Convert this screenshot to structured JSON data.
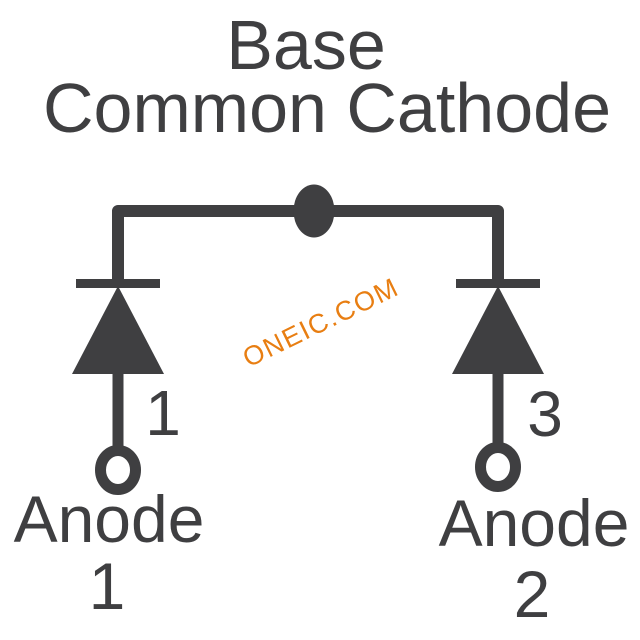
{
  "title": {
    "line1": "Base",
    "line2": "Common Cathode"
  },
  "watermark": {
    "text": "ONEIC.COM"
  },
  "circuit": {
    "type": "dual-diode-common-cathode",
    "left_diode": {
      "pin_number": "1",
      "anode_label": "Anode",
      "anode_number": "1"
    },
    "right_diode": {
      "pin_number": "3",
      "anode_label": "Anode",
      "anode_number": "2"
    }
  },
  "colors": {
    "symbol": "#3F3F41",
    "text": "#3F3F41",
    "watermark": "#E87E12",
    "background": "#FFFFFF"
  }
}
